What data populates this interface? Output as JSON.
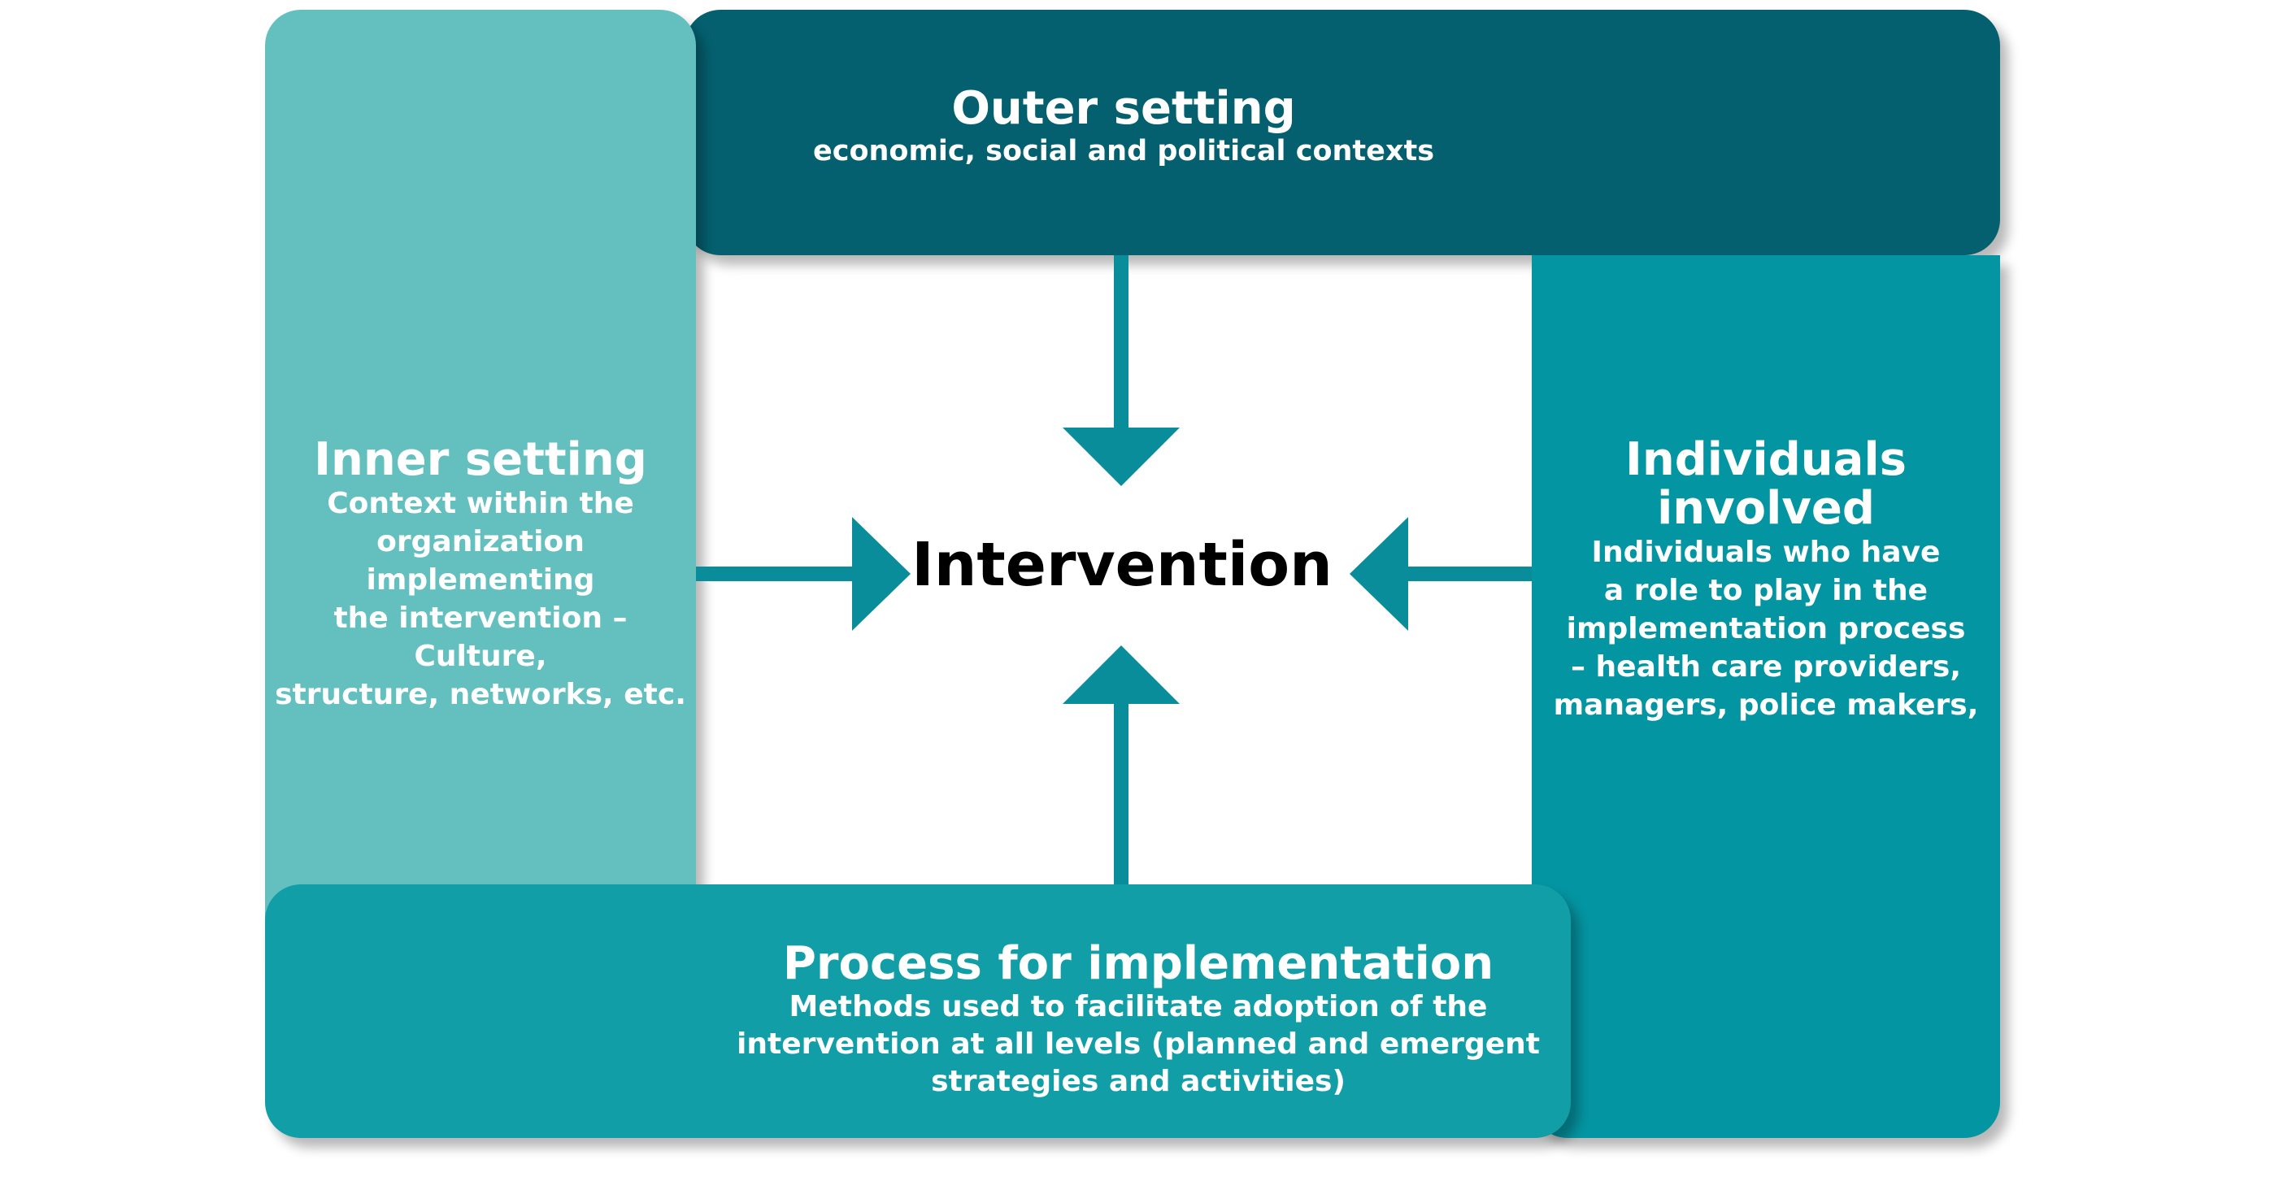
{
  "diagram": {
    "center": {
      "label": "Intervention"
    },
    "outer_setting": {
      "title": "Outer setting",
      "description": "economic, social and political contexts",
      "color": "#04606f"
    },
    "inner_setting": {
      "title": "Inner setting",
      "description_lines": [
        "Context within the",
        "organization implementing",
        "the intervention – Culture,",
        "structure, networks, etc."
      ],
      "color": "#64c0bf"
    },
    "individuals_involved": {
      "title_lines": [
        "Individuals",
        "involved"
      ],
      "description_lines": [
        "Individuals who have",
        "a role to play in the",
        "implementation process",
        "– health care providers,",
        "managers, police makers,"
      ],
      "color": "#0495a2"
    },
    "process_for_implementation": {
      "title": "Process for implementation",
      "description_lines": [
        "Methods used to facilitate adoption of the",
        "intervention at all levels (planned and emergent",
        "strategies and activities)"
      ],
      "color": "#129ea6"
    },
    "arrow_color": "#0a8d9a"
  }
}
